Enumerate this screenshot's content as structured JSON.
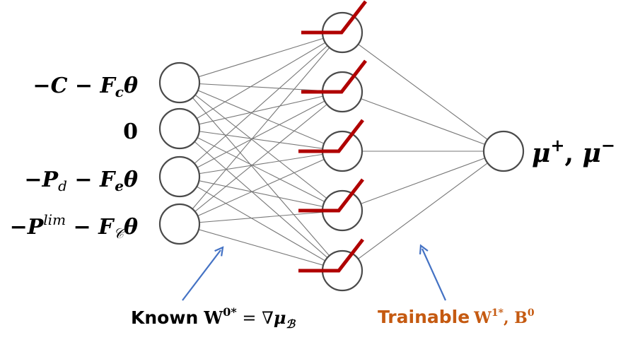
{
  "input_labels": [
    {
      "parts": [
        "−",
        "C",
        " − ",
        "F",
        "c",
        "θ"
      ]
    },
    {
      "parts": [
        "0"
      ]
    },
    {
      "parts": [
        "−",
        "P",
        "d",
        " − ",
        "F",
        "e",
        "θ"
      ]
    },
    {
      "parts": [
        "−",
        "P",
        "lim",
        " − ",
        "F",
        "𝒞",
        "θ"
      ]
    }
  ],
  "output_label": {
    "mu": "μ",
    "plus": "+",
    "comma": ", ",
    "minus": "−"
  },
  "known_caption": {
    "word": "Known",
    "w": "W",
    "sup": "0*",
    "eq": " = ∇",
    "mu": "μ",
    "sub": "ℬ"
  },
  "trainable_caption": {
    "word": "Trainable",
    "rest": "W",
    "sup1": "1*",
    "comma": ", B",
    "sup2": "0"
  },
  "colors": {
    "relu": "#b00000",
    "arrow": "#4472c4",
    "trainable": "#c55a11",
    "edge": "#777777"
  },
  "layers": {
    "input": 4,
    "hidden": 5,
    "output": 1
  },
  "activation_icon": "relu-icon"
}
